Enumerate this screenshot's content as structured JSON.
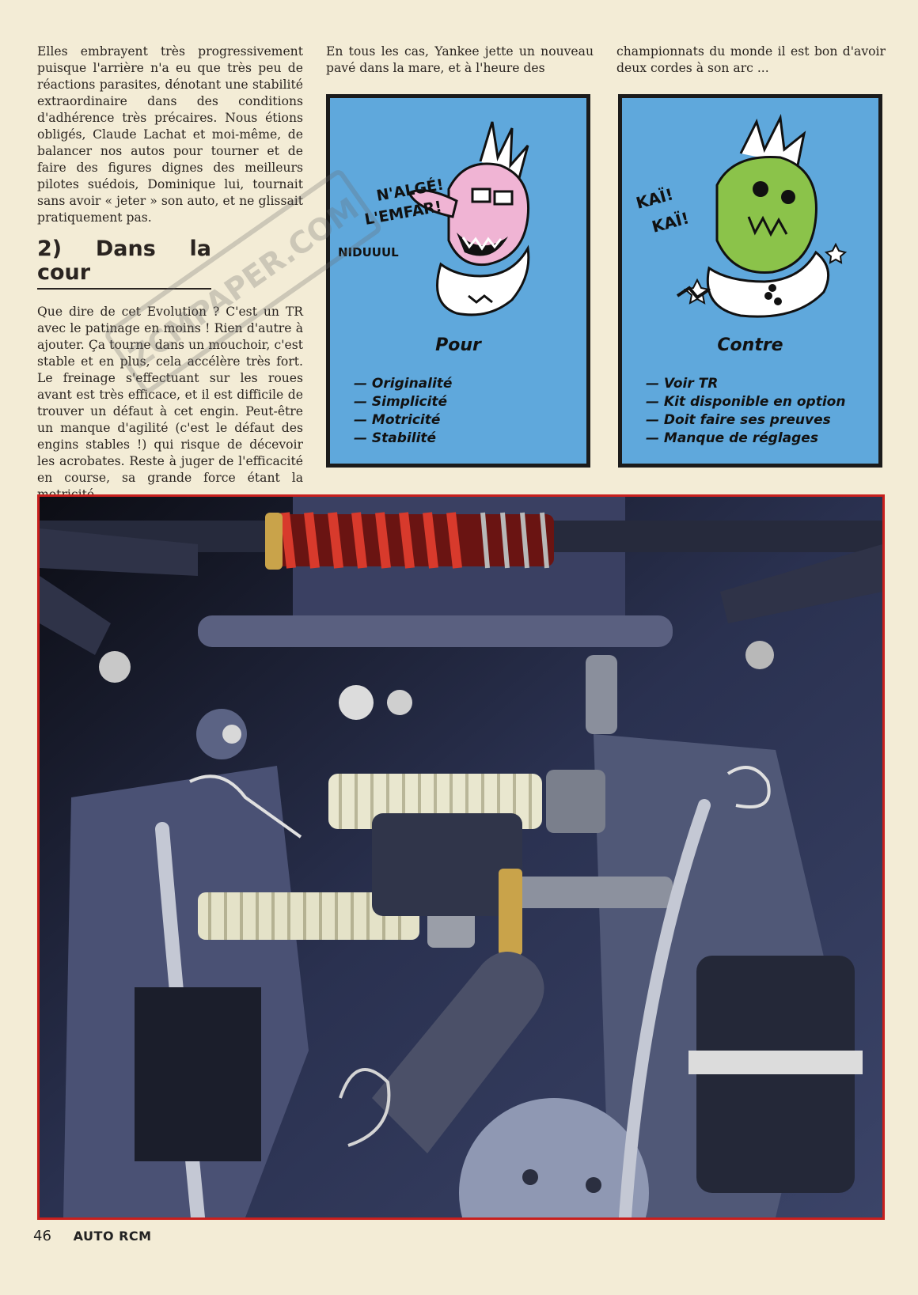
{
  "column1": {
    "para1": "Elles embrayent très progressivement puisque l'arrière n'a eu que très peu de réactions parasites, dénotant une stabilité extraordinaire dans des conditions d'adhérence très précaires. Nous étions obligés, Claude Lachat et moi-même, de balancer nos autos pour tourner et de faire des figures dignes des meilleurs pilotes suédois, Dominique lui, tournait sans avoir « jeter » son auto, et ne glissait pratiquement pas.",
    "subheading": "2) Dans la cour",
    "para2": "Que dire de cet Evolution ? C'est un TR avec le patinage en moins ! Rien d'autre à ajouter. Ça tourne dans un mouchoir, c'est stable et en plus, cela accélère très fort. Le freinage s'effectuant sur les roues avant est très efficace, et il est difficile de trouver un défaut à cet engin. Peut-être un manque d'agilité (c'est le défaut des engins stables !) qui risque de décevoir les acrobates. Reste à juger de l'efficacité en course, sa grande force étant la motricité."
  },
  "column2": {
    "text": "En tous les cas, Yankee jette un nouveau pavé dans la mare, et à l'heure des"
  },
  "column3": {
    "text": "championnats du monde il est bon d'avoir deux cordes à son arc ..."
  },
  "pour_box": {
    "cartoon_text": [
      "N'ALGÉ!",
      "L'EMFAR!",
      "NIDUUUL"
    ],
    "title": "Pour",
    "items": [
      "Originalité",
      "Simplicité",
      "Motricité",
      "Stabilité"
    ]
  },
  "contre_box": {
    "cartoon_text": [
      "KAÏ!",
      "KAÏ!"
    ],
    "title": "Contre",
    "items": [
      "Voir TR",
      "Kit disponible en option",
      "Doit faire ses preuves",
      "Manque de réglages"
    ]
  },
  "watermark": "ZCMPAPER.COM",
  "footer": {
    "page_number": "46",
    "magazine": "AUTO RCM"
  },
  "colors": {
    "paper": "#f3ecd6",
    "box_blue": "#5fa8dc",
    "photo_frame": "#c8201e"
  }
}
